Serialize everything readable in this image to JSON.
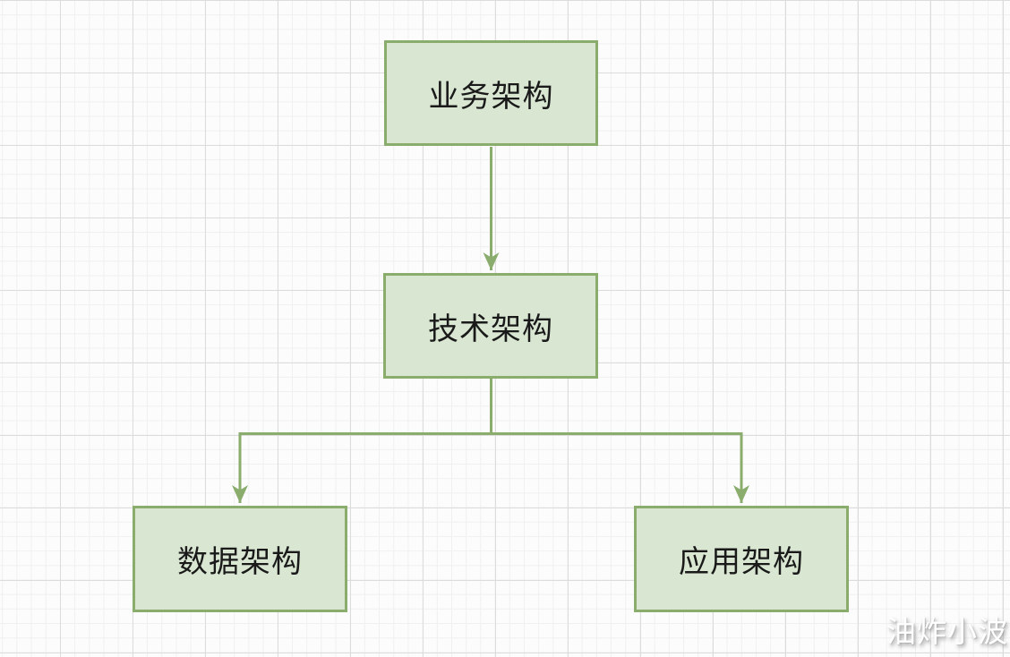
{
  "diagram": {
    "type": "flowchart",
    "nodes": [
      {
        "id": "business-architecture",
        "label": "业务架构"
      },
      {
        "id": "technology-architecture",
        "label": "技术架构"
      },
      {
        "id": "data-architecture",
        "label": "数据架构"
      },
      {
        "id": "application-architecture",
        "label": "应用架构"
      }
    ],
    "edges": [
      {
        "from": "业务架构",
        "to": "技术架构",
        "style": "solid-arrow"
      },
      {
        "from": "技术架构",
        "to": "数据架构",
        "style": "solid-arrow"
      },
      {
        "from": "技术架构",
        "to": "应用架构",
        "style": "solid-arrow"
      }
    ],
    "colors": {
      "node_fill": "#d9e7d2",
      "node_border": "#8aad6e",
      "connector": "#8aad6e",
      "node_text": "#1a1a1a",
      "grid_minor": "#f0f0f0",
      "grid_major": "#dcdcdc",
      "canvas_bg": "#fcfcfc",
      "watermark_text": "#ffffff"
    }
  },
  "watermark": {
    "text": "油炸小波"
  }
}
